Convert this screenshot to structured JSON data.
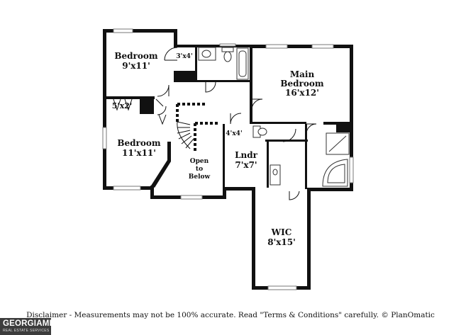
{
  "rooms": {
    "bedroom_upper": {
      "name": "Bedroom",
      "size": "9'x11'"
    },
    "bedroom_lower": {
      "name": "Bedroom",
      "size": "11'x11'"
    },
    "main_bedroom": {
      "name_line1": "Main",
      "name_line2": "Bedroom",
      "size": "16'x12'"
    },
    "open_to_below": {
      "line1": "Open",
      "line2": "to",
      "line3": "Below"
    },
    "laundry": {
      "name": "Lndr",
      "size": "7'x7'"
    },
    "wic": {
      "name": "WIC",
      "size": "8'x15'"
    },
    "closet_3x4": {
      "size": "3'x4'"
    },
    "closet_5x2": {
      "size": "5'x2'"
    },
    "closet_4x4": {
      "size": "4'x4'"
    }
  },
  "footer": {
    "disclaimer": "Disclaimer - Measurements may not be 100% accurate. Read \"Terms & Conditions\" carefully. © PlanOmatic"
  },
  "logo": {
    "main": "GEORGIAMLS",
    "sub": "REAL ESTATE SERVICES"
  }
}
